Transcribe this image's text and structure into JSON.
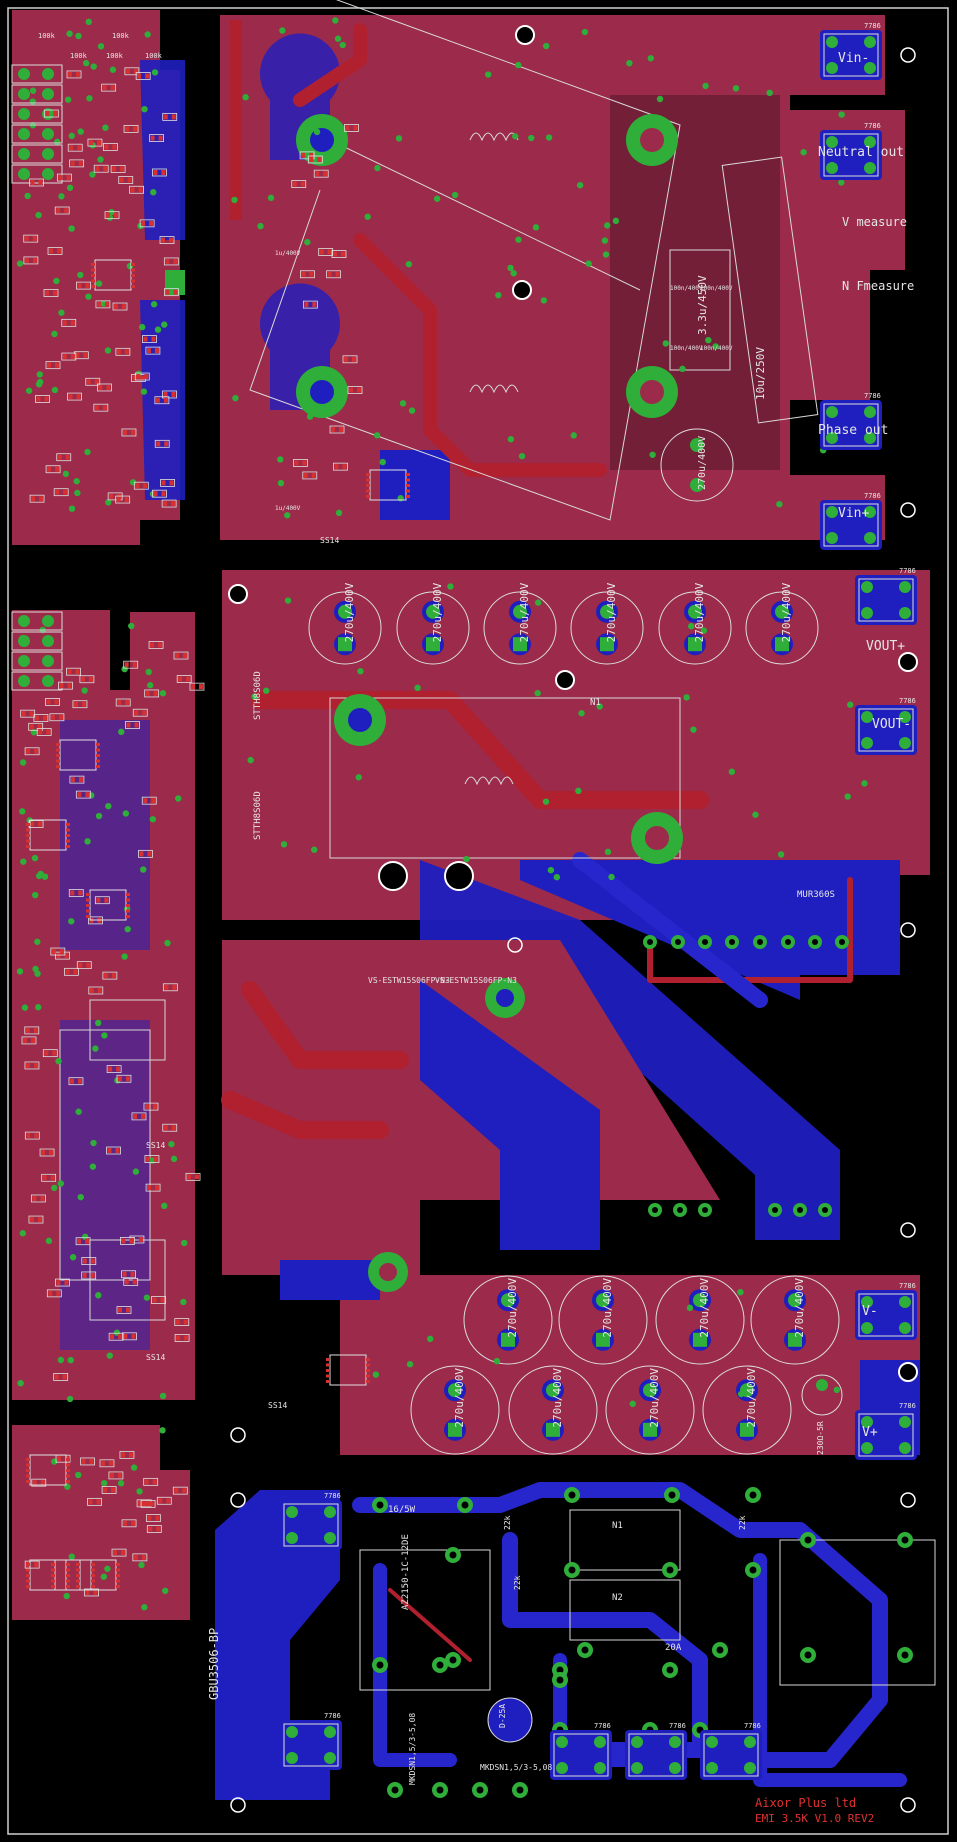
{
  "board": {
    "colors": {
      "background": "#000000",
      "top_copper": "#9b2a4b",
      "bottom_copper": "#1f1fbf",
      "top_trace": "#b0202f",
      "pad": "#2fae3a",
      "silkscreen": "#e6e6e6"
    },
    "labels": {
      "vin_minus": "Vin-",
      "neutral_out": "Neutral out",
      "v_measure": "V measure",
      "f_measure": "N Fmeasure",
      "phase_out": "Phase out",
      "vin_plus": "Vin+",
      "vout_plus": "VOUT+",
      "vout_minus": "VOUT-",
      "v_minus": "V-",
      "v_plus": "V+",
      "ss14": "SS14",
      "ss14_b": "SS14",
      "ss14_c": "SS14",
      "ss14_d": "SS14",
      "mur360s": "MUR360S",
      "gbu": "GBU3506-BP",
      "relay": "AZ2150-1C-12DE",
      "mkd_1": "MKDSN1,5/3-5,08",
      "mkd_2": "MKDSN1,5/3-5,08",
      "fuse": "20A",
      "res_16w": "16/5W",
      "company": "Aixor Plus ltd",
      "board_name": "EMI 3.5K V1.0 REV2",
      "cap_3u3": "3.3u/450V",
      "cap_10u": "10u/250V",
      "cap_270_single": "270u/400V",
      "cap_270": [
        "270u/400V",
        "270u/400V",
        "270u/400V",
        "270u/400V",
        "270u/400V",
        "270u/400V"
      ],
      "cap_270_lower": [
        "270u/400V",
        "270u/400V",
        "270u/400V",
        "270u/400V"
      ],
      "cap_270_bottom": [
        "270u/400V",
        "270u/400V",
        "270u/400V",
        "270u/400V"
      ],
      "stth": [
        "STTH8S06D",
        "STTH8S06D"
      ],
      "igbt_labels": [
        "VS-ESTW15S06FP-N3",
        "VS-ESTW15S06FP-N3"
      ],
      "res_100k": [
        "100k",
        "100k",
        "100k",
        "100k",
        "100k"
      ],
      "cap_100n": [
        "100n/400V",
        "100n/400V",
        "100n/400V",
        "100n/400V"
      ],
      "cap_1u": [
        "1u/400V",
        "1u/400V"
      ],
      "terminal_code": "7786",
      "n1": "N1",
      "n2": "N2",
      "d_25a": "D-25A",
      "cap_22k": "22k",
      "ntc": "230Ω-5R"
    }
  }
}
